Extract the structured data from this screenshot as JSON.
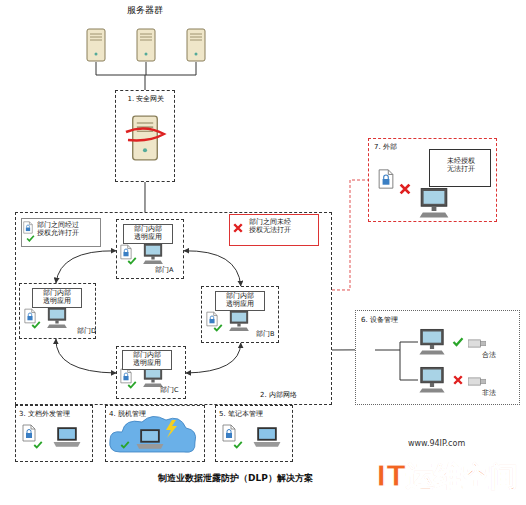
{
  "diagram": {
    "caption": "制造业数据泄露防护（DLP）解决方案",
    "nodes": [
      {
        "text": [
          "服务器群"
        ]
      },
      {
        "text": [
          "1. 安全网关"
        ]
      },
      {
        "text": [
          "2. 内部网络"
        ]
      },
      {
        "text": [
          "部门之间经过 授权允许打开"
        ],
        "in": 2
      },
      {
        "text": [
          "部门之间未经 授权无法打开"
        ],
        "in": 2
      },
      {
        "text": [
          "部门内部 透明应用",
          "部门A"
        ],
        "in": 2
      },
      {
        "text": [
          "部门内部 透明应用",
          "部门D"
        ],
        "in": 2
      },
      {
        "text": [
          "部门内部 透明应用",
          "部门B"
        ],
        "in": 2
      },
      {
        "text": [
          "部门内部 透明应用",
          "部门C"
        ],
        "in": 2
      },
      {
        "text": [
          "7. 外部"
        ]
      },
      {
        "text": [
          "未经授权 无法打开"
        ],
        "in": 9
      },
      {
        "text": [
          "6. 设备管理"
        ]
      },
      {
        "text": [
          "3. 文档外发管理"
        ]
      },
      {
        "text": [
          "4. 脱机管理"
        ]
      },
      {
        "text": [
          "5. 笔记本管理"
        ]
      }
    ],
    "edges": [
      {
        "from": 0,
        "to": 1,
        "arrow": "none"
      },
      {
        "from": 1,
        "to": 2,
        "arrow": "none"
      },
      {
        "from": 5,
        "to": 6,
        "arrow": "both"
      },
      {
        "from": 5,
        "to": 7,
        "arrow": "both"
      },
      {
        "from": 7,
        "to": 8,
        "arrow": "both"
      },
      {
        "from": 8,
        "to": 6,
        "arrow": "both"
      },
      {
        "from": 2,
        "to": 9,
        "arrow": "none"
      },
      {
        "from": 2,
        "to": 11,
        "arrow": "none"
      }
    ],
    "labels": [
      "合法",
      "非法",
      "www.94IP.com",
      "IT运维空间"
    ]
  }
}
